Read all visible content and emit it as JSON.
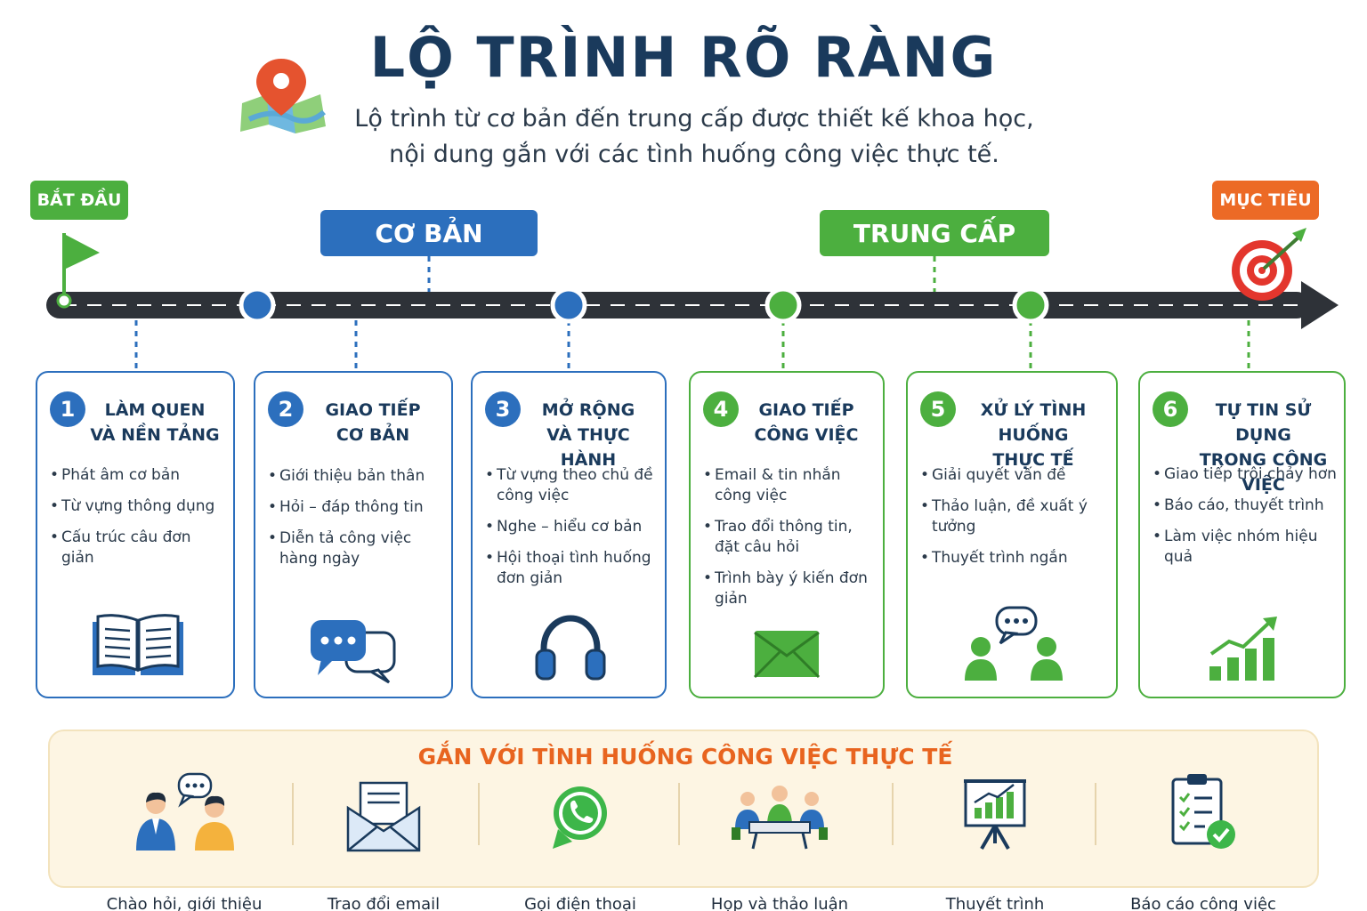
{
  "header": {
    "title": "LỘ TRÌNH RÕ RÀNG",
    "subtitle_line1": "Lộ trình từ cơ bản đến trung cấp được thiết kế khoa học,",
    "subtitle_line2": "nội dung gắn với các tình huống công việc thực tế."
  },
  "roadmap": {
    "start_label": "BẮT ĐẦU",
    "goal_label": "MỤC TIÊU",
    "stage_basic": "CƠ BẢN",
    "stage_intermediate": "TRUNG CẤP"
  },
  "steps": [
    {
      "number": "1",
      "title_line1": "LÀM QUEN",
      "title_line2": "VÀ NỀN TẢNG",
      "bullets": [
        "Phát âm cơ bản",
        "Từ vựng thông dụng",
        "Cấu trúc câu đơn giản"
      ],
      "icon": "book-icon"
    },
    {
      "number": "2",
      "title_line1": "GIAO TIẾP",
      "title_line2": "CƠ BẢN",
      "bullets": [
        "Giới thiệu bản thân",
        "Hỏi – đáp thông tin",
        "Diễn tả công việc hàng ngày"
      ],
      "icon": "chat-bubbles-icon"
    },
    {
      "number": "3",
      "title_line1": "MỞ RỘNG",
      "title_line2": "VÀ THỰC HÀNH",
      "bullets": [
        "Từ vựng theo chủ đề công việc",
        "Nghe – hiểu cơ bản",
        "Hội thoại tình huống đơn giản"
      ],
      "icon": "headphones-icon"
    },
    {
      "number": "4",
      "title_line1": "GIAO TIẾP",
      "title_line2": "CÔNG VIỆC",
      "bullets": [
        "Email & tin nhắn công việc",
        "Trao đổi thông tin, đặt câu hỏi",
        "Trình bày ý kiến đơn giản"
      ],
      "icon": "envelope-icon"
    },
    {
      "number": "5",
      "title_line1": "XỬ LÝ TÌNH HUỐNG",
      "title_line2": "THỰC TẾ",
      "bullets": [
        "Giải quyết vấn đề",
        "Thảo luận, đề xuất ý tưởng",
        "Thuyết trình ngắn"
      ],
      "icon": "discussion-icon"
    },
    {
      "number": "6",
      "title_line1": "TỰ TIN SỬ DỤNG",
      "title_line2": "TRONG CÔNG VIỆC",
      "bullets": [
        "Giao tiếp trôi chảy hơn",
        "Báo cáo, thuyết trình",
        "Làm việc nhóm hiệu quả"
      ],
      "icon": "growth-chart-icon"
    }
  ],
  "situations": {
    "title": "GẮN VỚI TÌNH HUỐNG CÔNG VIỆC THỰC TẾ",
    "items": [
      {
        "label": "Chào hỏi, giới thiệu",
        "icon": "greeting-people-icon"
      },
      {
        "label": "Trao đổi email",
        "icon": "email-icon"
      },
      {
        "label": "Gọi điện thoại",
        "icon": "phone-call-icon"
      },
      {
        "label": "Họp và thảo luận",
        "icon": "meeting-icon"
      },
      {
        "label": "Thuyết trình",
        "icon": "presentation-board-icon"
      },
      {
        "label": "Báo cáo công việc",
        "icon": "report-clipboard-icon"
      }
    ]
  },
  "colors": {
    "blue": "#2c6fbd",
    "green": "#4caf3f",
    "orange": "#ec6a26",
    "navy": "#1a3a5c",
    "road": "#2e3238"
  }
}
